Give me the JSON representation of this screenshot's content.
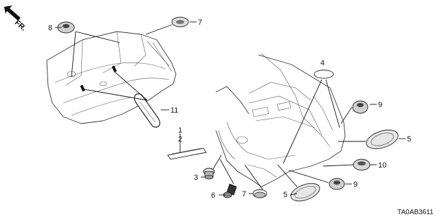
{
  "direction_marker": {
    "text": "FR.",
    "icon": "arrow-up-left-icon"
  },
  "callouts": [
    {
      "id": "c1",
      "text": "1"
    },
    {
      "id": "c2",
      "text": "2"
    },
    {
      "id": "c3",
      "text": "3"
    },
    {
      "id": "c4",
      "text": "4"
    },
    {
      "id": "c5a",
      "text": "5"
    },
    {
      "id": "c5b",
      "text": "5"
    },
    {
      "id": "c6",
      "text": "6"
    },
    {
      "id": "c7a",
      "text": "7"
    },
    {
      "id": "c7b",
      "text": "7"
    },
    {
      "id": "c8",
      "text": "8"
    },
    {
      "id": "c9a",
      "text": "9"
    },
    {
      "id": "c9b",
      "text": "9"
    },
    {
      "id": "c10",
      "text": "10"
    },
    {
      "id": "c11",
      "text": "11"
    }
  ],
  "diagram_code": "TA0AB3611"
}
